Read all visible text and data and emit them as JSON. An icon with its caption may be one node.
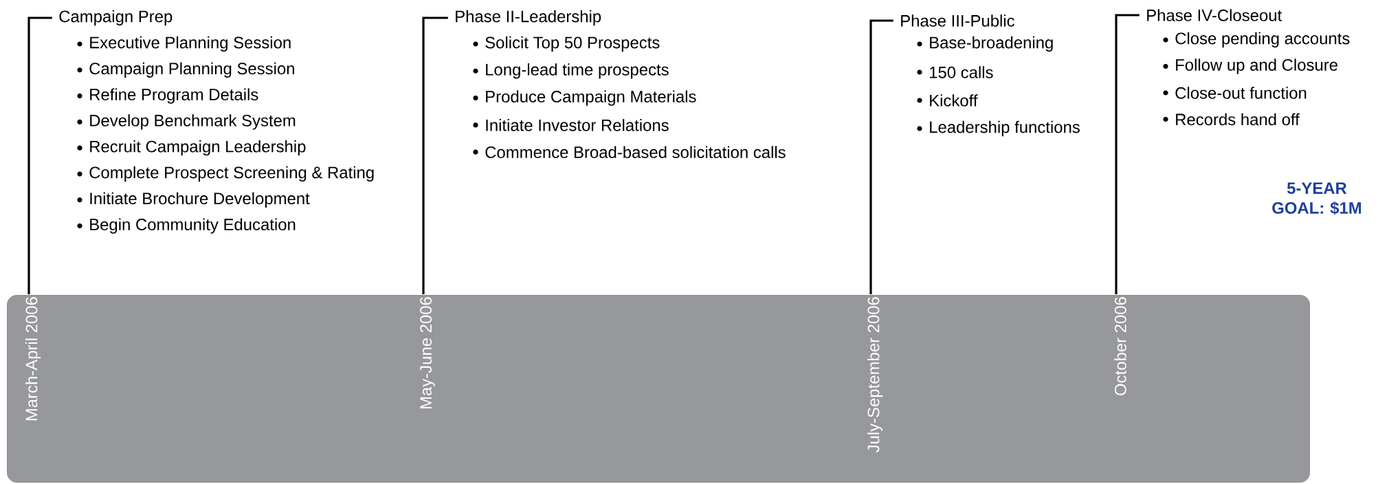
{
  "diagram": {
    "nodes": [
      {
        "text": [],
        "shape": "bar"
      },
      {
        "text": [
          "March-April 2006"
        ],
        "in": 0
      },
      {
        "text": [
          "May-June  2006"
        ],
        "in": 0
      },
      {
        "text": [
          "July-September 2006"
        ],
        "in": 0
      },
      {
        "text": [
          "October 2006"
        ],
        "in": 0
      },
      {
        "text": [
          "Campaign Prep",
          "Executive Planning Session",
          "Campaign Planning Session",
          "Refine Program Details",
          "Develop Benchmark System",
          "Recruit Campaign Leadership",
          "Complete Prospect Screening & Rating",
          "Initiate Brochure Development",
          "Begin Community Education"
        ]
      },
      {
        "text": [
          "Phase II-Leadership",
          "Solicit Top 50 Prospects",
          "Long-lead time prospects",
          "Produce Campaign Materials",
          "Initiate Investor Relations",
          "Commence Broad-based solicitation calls"
        ]
      },
      {
        "text": [
          "Phase III-Public",
          "Base-broadening",
          "150 calls",
          "Kickoff",
          "Leadership functions"
        ]
      },
      {
        "text": [
          "Phase IV-Closeout",
          "Close pending accounts",
          "Follow up and Closure",
          "Close-out function",
          "Records hand off"
        ]
      }
    ],
    "edges": [
      {
        "from": 1,
        "to": 5,
        "arrow": "none"
      },
      {
        "from": 2,
        "to": 6,
        "arrow": "none"
      },
      {
        "from": 3,
        "to": 7,
        "arrow": "none"
      },
      {
        "from": 4,
        "to": 8,
        "arrow": "none"
      }
    ],
    "labels": [
      "5-YEAR GOAL: $1M"
    ]
  }
}
